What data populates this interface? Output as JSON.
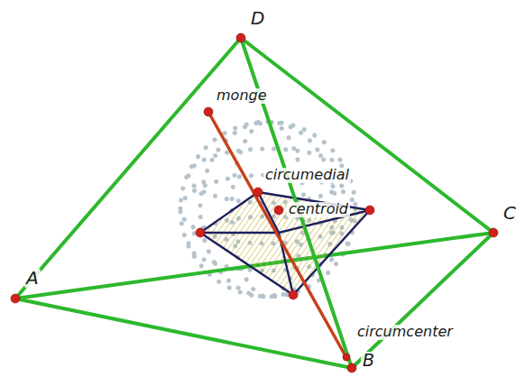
{
  "diagram": {
    "labels": [
      "D",
      "C",
      "A",
      "B",
      "monge",
      "circumedial",
      "centroid",
      "circumcenter"
    ]
  }
}
